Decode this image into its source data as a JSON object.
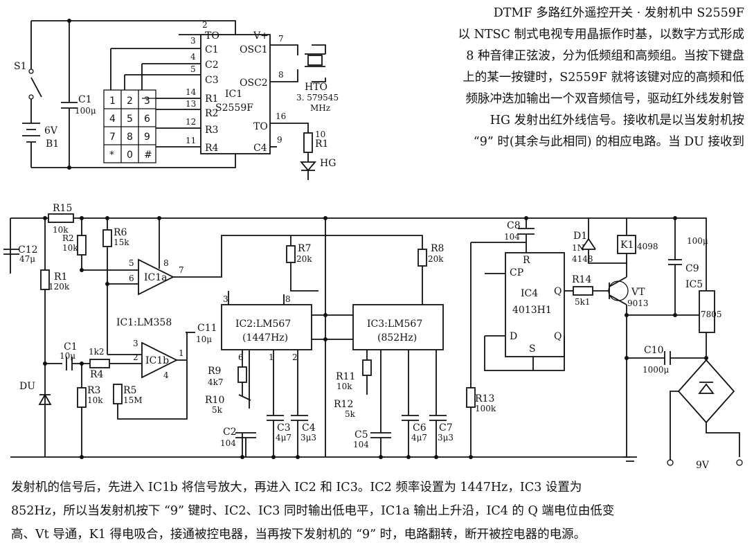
{
  "text": {
    "top_lines": [
      "DTMF 多路红外遥控开关 · 发射机中 S2559F",
      "以 NTSC 制式电视专用晶振作时基，以数字方式形成",
      "8 种音律正弦波，分为低频组和高频组。当按下键盘",
      "上的某一按键时，S2559F 就将该键对应的高频和低",
      "频脉冲迭加输出一个双音频信号，驱动红外线发射管",
      "HG 发射出红外线信号。接收机是以当发射机按",
      "“9” 时(其余与此相同) 的相应电路。当 DU 接收到"
    ],
    "bottom_lines": [
      "发射机的信号后，先进入 IC1b 将信号放大，再进入 IC2 和 IC3。IC2 频率设置为 1447Hz，IC3 设置为",
      "852Hz，所以当发射机按下 “9” 键时、IC2、IC3 同时输出低电平，IC1a 输出上升沿，IC4 的 Q 端电位由低变",
      "高、Vt 导通，K1 得电吸合，接通被控电器，当再按下发射机的 “9” 时，电路翻转，断开被控电器的电源。"
    ]
  },
  "transmitter": {
    "ic_name": "IC1",
    "ic_part": "S2559F",
    "pins_left": [
      "TO",
      "C1",
      "C2",
      "C3",
      "R1",
      "R2",
      "R3",
      "R4"
    ],
    "pins_right": [
      "V+",
      "OSC1",
      "OSC2",
      "TO",
      "C4"
    ],
    "pin_numbers": [
      "2",
      "3",
      "4",
      "5",
      "14",
      "13",
      "12",
      "11",
      "7",
      "8",
      "16",
      "9"
    ],
    "keypad": [
      "1",
      "2",
      "3",
      "4",
      "5",
      "6",
      "7",
      "8",
      "9",
      "*",
      "0",
      "#"
    ],
    "switch_label": "S1",
    "cap_label": "C1",
    "cap_value": "100μ",
    "battery_value": "6V",
    "battery_label": "B1",
    "crystal_label": "HTO",
    "crystal_freq": "3. 579545",
    "crystal_unit": "MHz",
    "resistor_value": "10",
    "resistor_label": "R1",
    "led_label": "HG"
  },
  "receiver": {
    "labels": {
      "r15": "R15",
      "r15v": "10k",
      "r2": "R2",
      "r2v": "10k",
      "r1": "R1",
      "r1v": "120k",
      "r6": "R6",
      "r6v": "15k",
      "r7": "R7",
      "r7v": "20k",
      "r8": "R8",
      "r8v": "20k",
      "c8": "C8",
      "c8v": "104",
      "c12": "C12",
      "c12v": "47μ",
      "ic1a": "IC1a",
      "ic1": "IC1:LM358",
      "ic1b": "IC1b",
      "c11": "C11",
      "c11v": "10μ",
      "c1": "C1",
      "c1v": "10μ",
      "r4": "R4",
      "r4v": "1k2",
      "r3": "R3",
      "r3v": "10k",
      "r5": "R5",
      "r5v": "15M",
      "du": "DU",
      "ic2": "IC2:LM567",
      "ic2f": "(1447Hz)",
      "ic3": "IC3:LM567",
      "ic3f": "(852Hz)",
      "r9": "R9",
      "r9v": "4k7",
      "r10": "R10",
      "r10v": "5k",
      "c2": "C2",
      "c2v": "104",
      "c3": "C3",
      "c3v": "4μ7",
      "c4": "C4",
      "c4v": "3μ3",
      "r11": "R11",
      "r11v": "10k",
      "r12": "R12",
      "r12v": "5k",
      "c5": "C5",
      "c5v": "104",
      "c6": "C6",
      "c6v": "4μ7",
      "c7": "C7",
      "c7v": "3μ3",
      "r13": "R13",
      "r13v": "100k",
      "ic4": "IC4",
      "ic4p": "4013H1",
      "cp": "CP",
      "r": "R",
      "q": "Q",
      "qb": "Q",
      "d": "D",
      "s": "S",
      "r14": "R14",
      "r14v": "5k1",
      "vt": "VT",
      "vtp": "9013",
      "d1": "D1",
      "d1p": "1N",
      "d1p2": "4148",
      "k1": "K1",
      "k1p": "4098",
      "c9": "C9",
      "c9v": "100μ",
      "ic5": "IC5",
      "ic5p": "7805",
      "c10": "C10",
      "c10v": "1000μ",
      "supply": "9V",
      "pin5": "5",
      "pin6": "6",
      "pin8": "8",
      "pin7": "7",
      "pin3": "3",
      "pin2": "2",
      "pin1": "1",
      "pin4": "4",
      "ic2p3": "3",
      "ic2p8": "8",
      "ic2p6": "6",
      "ic2p1": "1",
      "ic2p2": "2"
    }
  }
}
